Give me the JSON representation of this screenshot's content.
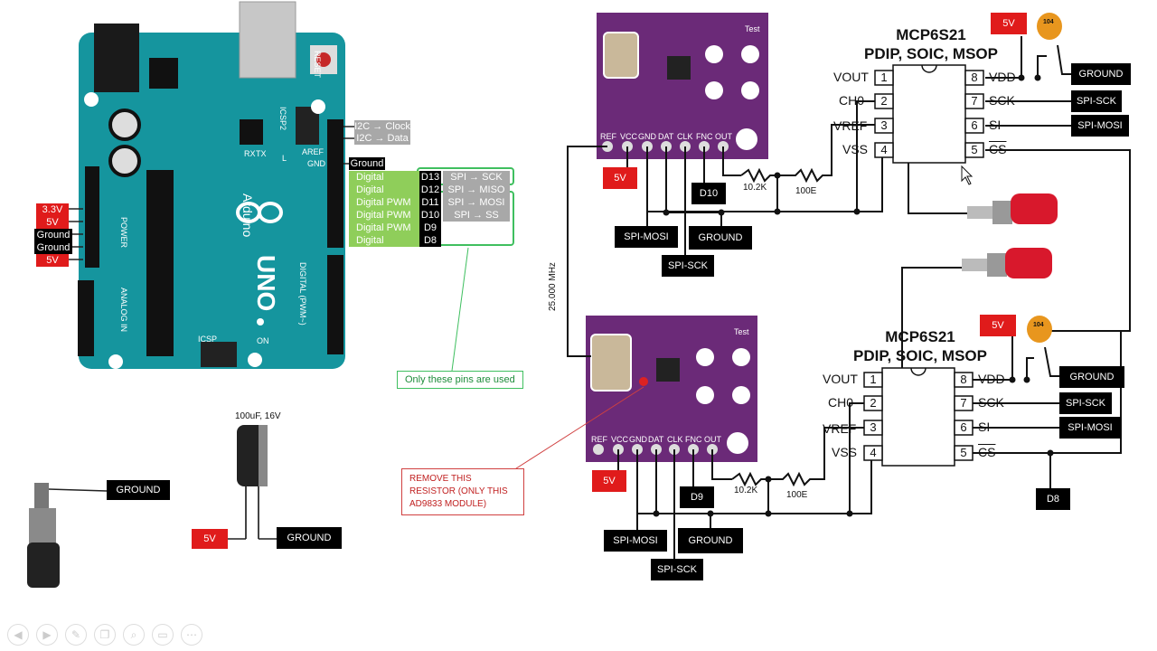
{
  "arduino": {
    "header_labels": {
      "i2c_clock": "I2C → Clock",
      "i2c_data": "I2C → Data",
      "ground": "Ground",
      "pins": [
        {
          "name": "Digital",
          "pin": "D13",
          "func": "SPI → SCK"
        },
        {
          "name": "Digital",
          "pin": "D12",
          "func": "SPI → MISO"
        },
        {
          "name": "Digital PWM",
          "pin": "D11",
          "func": "SPI → MOSI"
        },
        {
          "name": "Digital PWM",
          "pin": "D10",
          "func": "SPI → SS"
        },
        {
          "name": "Digital PWM",
          "pin": "D9",
          "func": ""
        },
        {
          "name": "Digital",
          "pin": "D8",
          "func": ""
        }
      ]
    },
    "power_labels": [
      "3.3V",
      "5V",
      "Ground",
      "Ground",
      "5V"
    ],
    "board_text": {
      "brand": "Arduino",
      "model": "UNO",
      "reset": "RESET",
      "icsp": "ICSP",
      "icsp2": "ICSP2",
      "aref": "AREF",
      "gnd": "GND",
      "on": "ON",
      "tx": "TX",
      "rx": "RX",
      "l": "L",
      "digital": "DIGITAL (PWM~)",
      "analog": "ANALOG IN",
      "power": "POWER"
    },
    "note": "Only these pins are used"
  },
  "components": {
    "jack_ground": "GROUND",
    "cap_rating": "100uF, 16V",
    "cap_5v": "5V",
    "cap_ground": "GROUND"
  },
  "module_top": {
    "pins": [
      "REF",
      "VCC",
      "GND",
      "DAT",
      "CLK",
      "FNC",
      "OUT"
    ],
    "test": "Test",
    "vcc": "5V",
    "mosi": "SPI-MOSI",
    "sck": "SPI-SCK",
    "gnd": "GROUND",
    "cs": "D10",
    "r1": "10.2K",
    "r2": "100E"
  },
  "module_bottom": {
    "pins": [
      "REF",
      "VCC",
      "GND",
      "DAT",
      "CLK",
      "FNC",
      "OUT"
    ],
    "test": "Test",
    "vcc": "5V",
    "mosi": "SPI-MOSI",
    "sck": "SPI-SCK",
    "gnd": "GROUND",
    "cs": "D9",
    "r1": "10.2K",
    "r2": "100E",
    "note": "REMOVE THIS RESISTOR (ONLY THIS AD9833 MODULE)"
  },
  "clock_label": "25.000 MHz",
  "ic_top": {
    "title_1": "MCP6S21",
    "title_2": "PDIP, SOIC, MSOP",
    "left_pins": [
      "VOUT",
      "CH0",
      "VREF",
      "VSS"
    ],
    "left_nums": [
      "1",
      "2",
      "3",
      "4"
    ],
    "right_pins": [
      "VDD",
      "SCK",
      "SI",
      "CS"
    ],
    "right_nums": [
      "8",
      "7",
      "6",
      "5"
    ],
    "supply": "5V",
    "cap": "104",
    "gnd": "GROUND",
    "sck": "SPI-SCK",
    "mosi": "SPI-MOSI"
  },
  "ic_bottom": {
    "title_1": "MCP6S21",
    "title_2": "PDIP, SOIC, MSOP",
    "left_pins": [
      "VOUT",
      "CH0",
      "VREF",
      "VSS"
    ],
    "left_nums": [
      "1",
      "2",
      "3",
      "4"
    ],
    "right_pins": [
      "VDD",
      "SCK",
      "SI",
      "CS"
    ],
    "right_nums": [
      "8",
      "7",
      "6",
      "5"
    ],
    "supply": "5V",
    "cap": "104",
    "gnd": "GROUND",
    "sck": "SPI-SCK",
    "mosi": "SPI-MOSI",
    "cs": "D8"
  },
  "colors": {
    "arduino_teal": "#15959e",
    "module_purple": "#6b2a78",
    "red_label": "#e01b1b",
    "green_label": "#8fce5a",
    "banana_red": "#d8182c"
  },
  "nav_icons": [
    "back-icon",
    "play-icon",
    "pen-icon",
    "copy-icon",
    "zoom-icon",
    "subtitle-icon",
    "more-icon"
  ]
}
